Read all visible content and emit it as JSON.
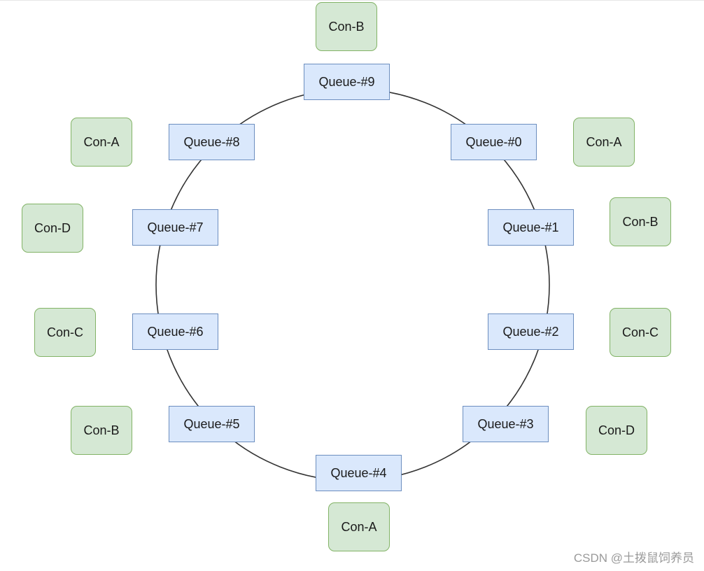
{
  "diagram": {
    "queues": [
      {
        "id": "q0",
        "label": "Queue-#0"
      },
      {
        "id": "q1",
        "label": "Queue-#1"
      },
      {
        "id": "q2",
        "label": "Queue-#2"
      },
      {
        "id": "q3",
        "label": "Queue-#3"
      },
      {
        "id": "q4",
        "label": "Queue-#4"
      },
      {
        "id": "q5",
        "label": "Queue-#5"
      },
      {
        "id": "q6",
        "label": "Queue-#6"
      },
      {
        "id": "q7",
        "label": "Queue-#7"
      },
      {
        "id": "q8",
        "label": "Queue-#8"
      },
      {
        "id": "q9",
        "label": "Queue-#9"
      }
    ],
    "consumers": [
      {
        "queue": "q0",
        "label": "Con-A"
      },
      {
        "queue": "q1",
        "label": "Con-B"
      },
      {
        "queue": "q2",
        "label": "Con-C"
      },
      {
        "queue": "q3",
        "label": "Con-D"
      },
      {
        "queue": "q4",
        "label": "Con-A"
      },
      {
        "queue": "q5",
        "label": "Con-B"
      },
      {
        "queue": "q6",
        "label": "Con-C"
      },
      {
        "queue": "q7",
        "label": "Con-D"
      },
      {
        "queue": "q8",
        "label": "Con-A"
      },
      {
        "queue": "q9",
        "label": "Con-B"
      }
    ],
    "colors": {
      "queue_fill": "#dae8fc",
      "queue_border": "#6c8ebf",
      "consumer_fill": "#d5e8d4",
      "consumer_border": "#82b366",
      "ring_stroke": "#333333"
    }
  },
  "watermark": "CSDN @土拨鼠饲养员"
}
